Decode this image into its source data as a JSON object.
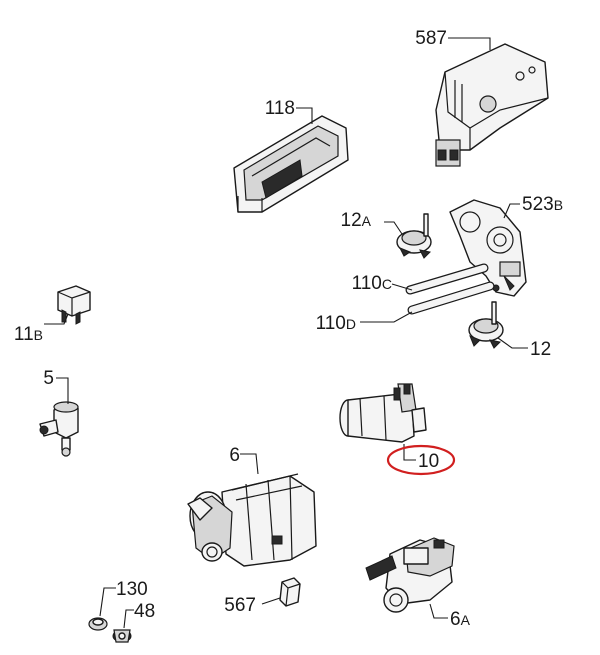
{
  "diagram": {
    "highlight_color": "#d11f1f",
    "parts": [
      {
        "id": "587",
        "num": "587",
        "suffix": ""
      },
      {
        "id": "118",
        "num": "118",
        "suffix": ""
      },
      {
        "id": "12a",
        "num": "12",
        "suffix": "A"
      },
      {
        "id": "523b",
        "num": "523",
        "suffix": "B"
      },
      {
        "id": "110c",
        "num": "110",
        "suffix": "C"
      },
      {
        "id": "110d",
        "num": "110",
        "suffix": "D"
      },
      {
        "id": "12",
        "num": "12",
        "suffix": ""
      },
      {
        "id": "11b",
        "num": "11",
        "suffix": "B"
      },
      {
        "id": "5",
        "num": "5",
        "suffix": ""
      },
      {
        "id": "10",
        "num": "10",
        "suffix": "",
        "highlighted": true
      },
      {
        "id": "6",
        "num": "6",
        "suffix": ""
      },
      {
        "id": "130",
        "num": "130",
        "suffix": ""
      },
      {
        "id": "48",
        "num": "48",
        "suffix": ""
      },
      {
        "id": "567",
        "num": "567",
        "suffix": ""
      },
      {
        "id": "6a",
        "num": "6",
        "suffix": "A"
      }
    ]
  }
}
